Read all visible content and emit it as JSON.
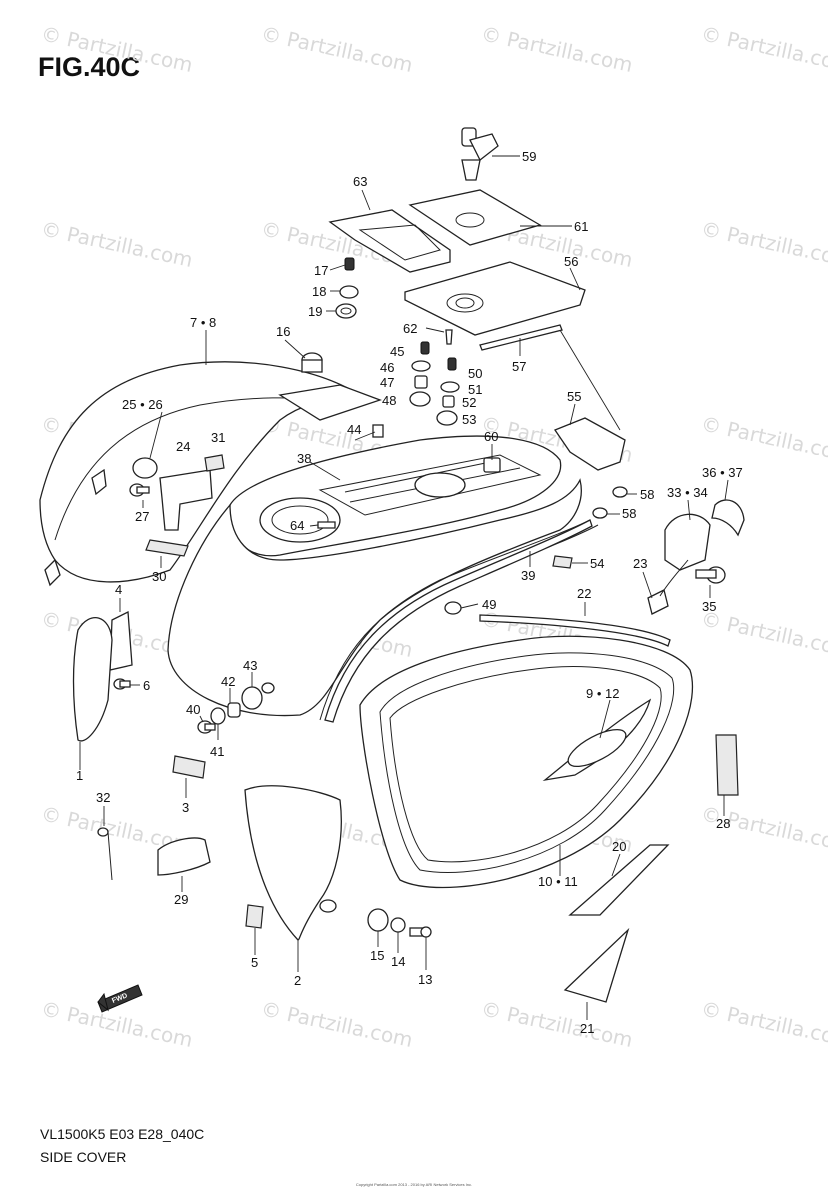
{
  "figure_title": "FIG.40C",
  "footer": {
    "model_code": "VL1500K5 E03 E28_040C",
    "section_name": "SIDE COVER",
    "copyright": "Copyright Partzilla.com 2013 - 2016 by ARI Network Services Inc."
  },
  "watermark": {
    "text": "© Partzilla.com",
    "color": "#d9d9d9"
  },
  "callouts": [
    {
      "id": "59",
      "text": "59"
    },
    {
      "id": "63",
      "text": "63"
    },
    {
      "id": "61",
      "text": "61"
    },
    {
      "id": "56",
      "text": "56"
    },
    {
      "id": "17",
      "text": "17"
    },
    {
      "id": "18",
      "text": "18"
    },
    {
      "id": "19",
      "text": "19"
    },
    {
      "id": "7-8",
      "text": "7 • 8"
    },
    {
      "id": "16",
      "text": "16"
    },
    {
      "id": "62",
      "text": "62"
    },
    {
      "id": "45",
      "text": "45"
    },
    {
      "id": "50",
      "text": "50"
    },
    {
      "id": "57",
      "text": "57"
    },
    {
      "id": "46",
      "text": "46"
    },
    {
      "id": "51",
      "text": "51"
    },
    {
      "id": "47",
      "text": "47"
    },
    {
      "id": "52",
      "text": "52"
    },
    {
      "id": "48",
      "text": "48"
    },
    {
      "id": "53",
      "text": "53"
    },
    {
      "id": "25-26",
      "text": "25 • 26"
    },
    {
      "id": "44",
      "text": "44"
    },
    {
      "id": "60",
      "text": "60"
    },
    {
      "id": "55",
      "text": "55"
    },
    {
      "id": "24",
      "text": "24"
    },
    {
      "id": "31",
      "text": "31"
    },
    {
      "id": "38",
      "text": "38"
    },
    {
      "id": "36-37",
      "text": "36 • 37"
    },
    {
      "id": "33-34",
      "text": "33 • 34"
    },
    {
      "id": "58a",
      "text": "58"
    },
    {
      "id": "27",
      "text": "27"
    },
    {
      "id": "58b",
      "text": "58"
    },
    {
      "id": "64",
      "text": "64"
    },
    {
      "id": "30",
      "text": "30"
    },
    {
      "id": "54",
      "text": "54"
    },
    {
      "id": "23",
      "text": "23"
    },
    {
      "id": "39",
      "text": "39"
    },
    {
      "id": "35",
      "text": "35"
    },
    {
      "id": "4",
      "text": "4"
    },
    {
      "id": "22",
      "text": "22"
    },
    {
      "id": "49",
      "text": "49"
    },
    {
      "id": "43",
      "text": "43"
    },
    {
      "id": "6",
      "text": "6"
    },
    {
      "id": "42",
      "text": "42"
    },
    {
      "id": "9-12",
      "text": "9 • 12"
    },
    {
      "id": "40",
      "text": "40"
    },
    {
      "id": "41",
      "text": "41"
    },
    {
      "id": "1",
      "text": "1"
    },
    {
      "id": "3",
      "text": "3"
    },
    {
      "id": "32",
      "text": "32"
    },
    {
      "id": "28",
      "text": "28"
    },
    {
      "id": "20",
      "text": "20"
    },
    {
      "id": "10-11",
      "text": "10 • 11"
    },
    {
      "id": "29",
      "text": "29"
    },
    {
      "id": "5",
      "text": "5"
    },
    {
      "id": "15",
      "text": "15"
    },
    {
      "id": "14",
      "text": "14"
    },
    {
      "id": "13",
      "text": "13"
    },
    {
      "id": "2",
      "text": "2"
    },
    {
      "id": "21",
      "text": "21"
    }
  ],
  "fwd_label": "FWD"
}
